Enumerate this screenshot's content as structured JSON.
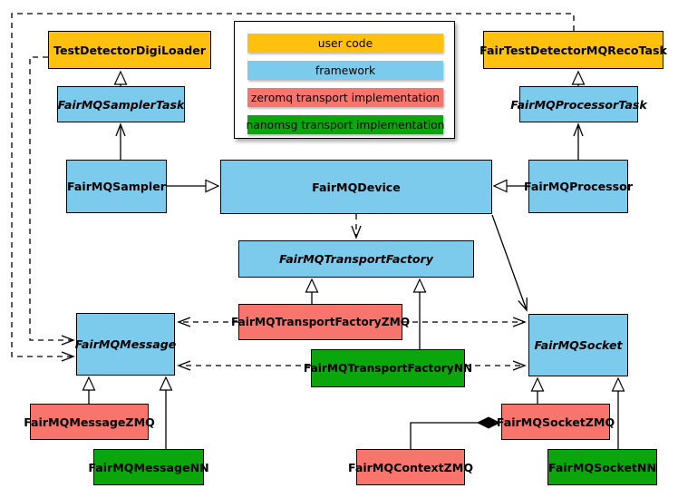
{
  "legend": {
    "items": [
      {
        "label": "user code",
        "color": "#FFC10E"
      },
      {
        "label": "framework",
        "color": "#7DCBEC"
      },
      {
        "label": "zeromq transport implementation",
        "color": "#F8756E"
      },
      {
        "label": "nanomsg transport implementation",
        "color": "#0BA60C"
      }
    ]
  },
  "nodes": {
    "digiloader": {
      "label": "TestDetectorDigiLoader",
      "category": "user code",
      "abstract": false
    },
    "recotask": {
      "label": "FairTestDetectorMQRecoTask",
      "category": "user code",
      "abstract": false
    },
    "samplertask": {
      "label": "FairMQSamplerTask",
      "category": "framework",
      "abstract": true
    },
    "processortask": {
      "label": "FairMQProcessorTask",
      "category": "framework",
      "abstract": true
    },
    "sampler": {
      "label": "FairMQSampler",
      "category": "framework",
      "abstract": false
    },
    "device": {
      "label": "FairMQDevice",
      "category": "framework",
      "abstract": false
    },
    "processor": {
      "label": "FairMQProcessor",
      "category": "framework",
      "abstract": false
    },
    "transportfactory": {
      "label": "FairMQTransportFactory",
      "category": "framework",
      "abstract": true
    },
    "transportfactoryzmq": {
      "label": "FairMQTransportFactoryZMQ",
      "category": "zeromq",
      "abstract": false
    },
    "transportfactorynn": {
      "label": "FairMQTransportFactoryNN",
      "category": "nanomsg",
      "abstract": false
    },
    "message": {
      "label": "FairMQMessage",
      "category": "framework",
      "abstract": true
    },
    "socket": {
      "label": "FairMQSocket",
      "category": "framework",
      "abstract": true
    },
    "messagezmq": {
      "label": "FairMQMessageZMQ",
      "category": "zeromq",
      "abstract": false
    },
    "messagenn": {
      "label": "FairMQMessageNN",
      "category": "nanomsg",
      "abstract": false
    },
    "contextzmq": {
      "label": "FairMQContextZMQ",
      "category": "zeromq",
      "abstract": false
    },
    "socketzmq": {
      "label": "FairMQSocketZMQ",
      "category": "zeromq",
      "abstract": false
    },
    "socketnn": {
      "label": "FairMQSocketNN",
      "category": "nanomsg",
      "abstract": false
    }
  },
  "relations": [
    {
      "tail": "FairMQSamplerTask",
      "head": "TestDetectorDigiLoader",
      "style": "solid-triangle"
    },
    {
      "tail": "FairMQProcessorTask",
      "head": "FairTestDetectorMQRecoTask",
      "style": "solid-triangle"
    },
    {
      "tail": "FairMQSampler",
      "head": "FairMQDevice",
      "style": "solid-triangle"
    },
    {
      "tail": "FairMQProcessor",
      "head": "FairMQDevice",
      "style": "solid-triangle"
    },
    {
      "tail": "FairMQSampler",
      "head": "FairMQSamplerTask",
      "style": "solid-open-arrow"
    },
    {
      "tail": "FairMQProcessor",
      "head": "FairMQProcessorTask",
      "style": "solid-open-arrow"
    },
    {
      "tail": "FairMQDevice",
      "head": "FairMQTransportFactory",
      "style": "dashed-open-arrow"
    },
    {
      "tail": "FairMQDevice",
      "head": "FairMQSocket",
      "style": "solid-open-arrow"
    },
    {
      "tail": "FairMQTransportFactoryZMQ",
      "head": "FairMQTransportFactory",
      "style": "solid-triangle"
    },
    {
      "tail": "FairMQTransportFactoryNN",
      "head": "FairMQTransportFactory",
      "style": "solid-triangle"
    },
    {
      "tail": "FairMQTransportFactoryZMQ",
      "head": "FairMQMessage",
      "style": "dashed-open-arrow"
    },
    {
      "tail": "FairMQTransportFactoryZMQ",
      "head": "FairMQSocket",
      "style": "dashed-open-arrow"
    },
    {
      "tail": "FairMQTransportFactoryNN",
      "head": "FairMQMessage",
      "style": "dashed-open-arrow"
    },
    {
      "tail": "FairMQTransportFactoryNN",
      "head": "FairMQSocket",
      "style": "dashed-open-arrow"
    },
    {
      "tail": "TestDetectorDigiLoader",
      "head": "FairMQMessage",
      "style": "dashed-open-arrow"
    },
    {
      "tail": "FairTestDetectorMQRecoTask",
      "head": "FairMQMessage",
      "style": "dashed-open-arrow"
    },
    {
      "tail": "FairMQMessageZMQ",
      "head": "FairMQMessage",
      "style": "solid-triangle"
    },
    {
      "tail": "FairMQMessageNN",
      "head": "FairMQMessage",
      "style": "solid-triangle"
    },
    {
      "tail": "FairMQSocketZMQ",
      "head": "FairMQSocket",
      "style": "solid-triangle"
    },
    {
      "tail": "FairMQSocketNN",
      "head": "FairMQSocket",
      "style": "solid-triangle"
    },
    {
      "tail": "FairMQContextZMQ",
      "head": "FairMQSocketZMQ",
      "style": "composition-diamond"
    }
  ]
}
